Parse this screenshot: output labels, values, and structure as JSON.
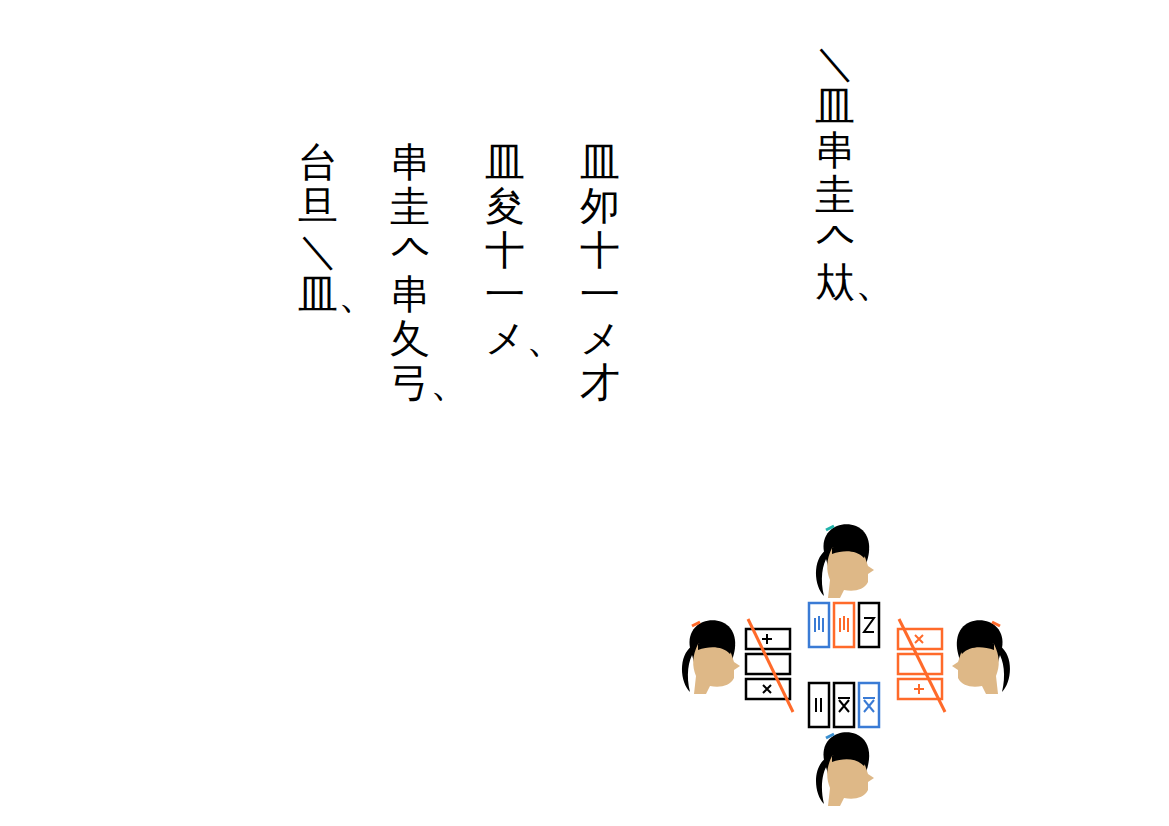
{
  "diagram": {
    "labels": [
      "＼皿 串 圭 𠆢 夶、",
      "皿 夘十一メ 才",
      "皿 夋十一メ、",
      "串 圭 𠆢 串夂 弓、",
      "台旦 ＼皿、"
    ]
  }
}
